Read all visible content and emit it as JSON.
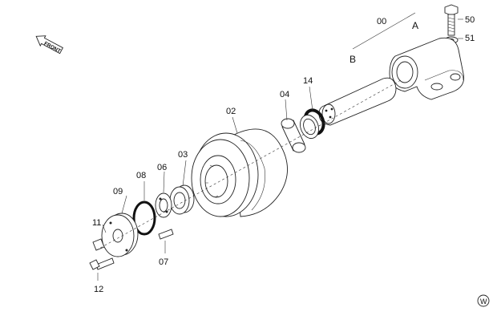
{
  "front_badge": "FRONT",
  "watermark": "W",
  "assembly": {
    "label": "00",
    "end_a": "A",
    "end_b": "B"
  },
  "parts": {
    "p02": "02",
    "p03": "03",
    "p04": "04",
    "p06": "06",
    "p07": "07",
    "p08": "08",
    "p09": "09",
    "p11": "11",
    "p12": "12",
    "p14": "14",
    "p50": "50",
    "p51": "51"
  }
}
